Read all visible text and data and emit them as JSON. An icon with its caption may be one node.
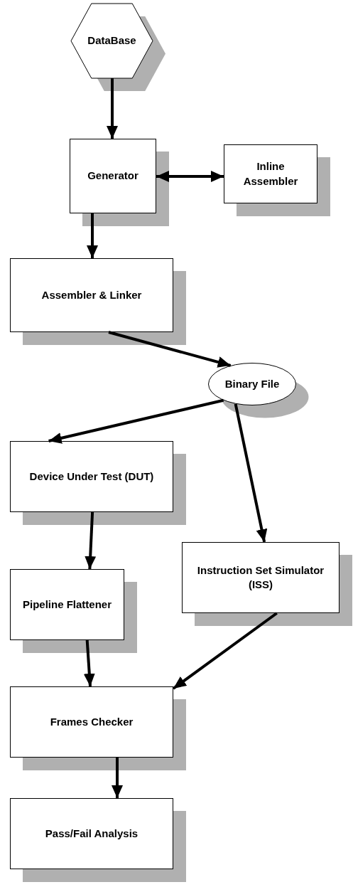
{
  "diagram": {
    "nodes": [
      {
        "text": [
          "DataBase"
        ]
      },
      {
        "text": [
          "Generator"
        ]
      },
      {
        "text": [
          "Inline Assembler"
        ]
      },
      {
        "text": [
          "Assembler & Linker"
        ]
      },
      {
        "text": [
          "Binary File"
        ]
      },
      {
        "text": [
          "Device Under Test (DUT)"
        ]
      },
      {
        "text": [
          "Pipeline Flattener"
        ]
      },
      {
        "text": [
          "Instruction Set Simulator (ISS)"
        ]
      },
      {
        "text": [
          "Frames Checker"
        ]
      },
      {
        "text": [
          "Pass/Fail Analysis"
        ]
      }
    ],
    "edges": [
      {
        "from": 0,
        "to": 1,
        "arrow": "to"
      },
      {
        "from": 1,
        "to": 2,
        "arrow": "both"
      },
      {
        "from": 1,
        "to": 3,
        "arrow": "to"
      },
      {
        "from": 3,
        "to": 4,
        "arrow": "to"
      },
      {
        "from": 4,
        "to": 5,
        "arrow": "to"
      },
      {
        "from": 4,
        "to": 7,
        "arrow": "to"
      },
      {
        "from": 5,
        "to": 6,
        "arrow": "to"
      },
      {
        "from": 6,
        "to": 8,
        "arrow": "to"
      },
      {
        "from": 7,
        "to": 8,
        "arrow": "to"
      },
      {
        "from": 8,
        "to": 9,
        "arrow": "to"
      }
    ]
  }
}
